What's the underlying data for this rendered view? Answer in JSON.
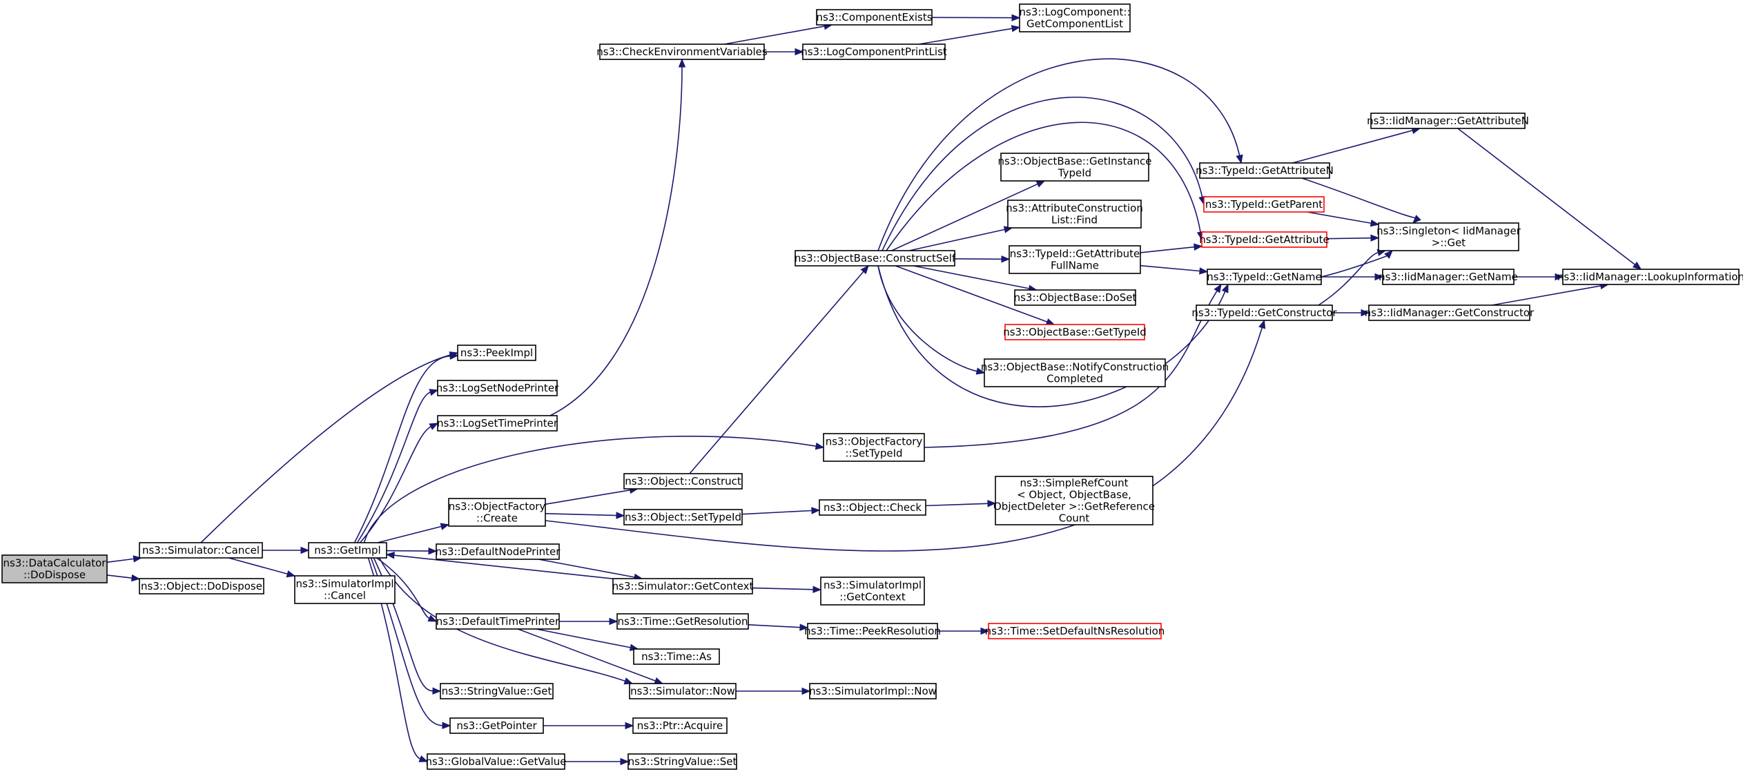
{
  "colors": {
    "edge": "#191970",
    "node_border": "#000000",
    "node_border_red": "#ff0000",
    "root_fill": "#bfbfbf"
  },
  "nodes": {
    "dcDispose": {
      "lines": [
        "ns3::DataCalculator",
        "::DoDispose"
      ],
      "style": "root"
    },
    "simCancel": {
      "lines": [
        "ns3::Simulator::Cancel"
      ]
    },
    "objDispose": {
      "lines": [
        "ns3::Object::DoDispose"
      ]
    },
    "getImpl": {
      "lines": [
        "ns3::GetImpl"
      ]
    },
    "simImplCancel": {
      "lines": [
        "ns3::SimulatorImpl",
        "::Cancel"
      ]
    },
    "peekImpl": {
      "lines": [
        "ns3::PeekImpl"
      ]
    },
    "logNode": {
      "lines": [
        "ns3::LogSetNodePrinter"
      ]
    },
    "logTime": {
      "lines": [
        "ns3::LogSetTimePrinter"
      ]
    },
    "ofCreate": {
      "lines": [
        "ns3::ObjectFactory",
        "::Create"
      ]
    },
    "defNode": {
      "lines": [
        "ns3::DefaultNodePrinter"
      ]
    },
    "defTime": {
      "lines": [
        "ns3::DefaultTimePrinter"
      ]
    },
    "svGet": {
      "lines": [
        "ns3::StringValue::Get"
      ]
    },
    "getPointer": {
      "lines": [
        "ns3::GetPointer"
      ]
    },
    "gvGetValue": {
      "lines": [
        "ns3::GlobalValue::GetValue"
      ]
    },
    "checkEnv": {
      "lines": [
        "ns3::CheckEnvironmentVariables"
      ]
    },
    "compExists": {
      "lines": [
        "ns3::ComponentExists"
      ]
    },
    "logPrintList": {
      "lines": [
        "ns3::LogComponentPrintList"
      ]
    },
    "getCompList": {
      "lines": [
        "ns3::LogComponent::",
        "GetComponentList"
      ]
    },
    "objConstruct": {
      "lines": [
        "ns3::Object::Construct"
      ]
    },
    "objSetTypeId": {
      "lines": [
        "ns3::Object::SetTypeId"
      ]
    },
    "simGetContext": {
      "lines": [
        "ns3::Simulator::GetContext"
      ]
    },
    "timeGetRes": {
      "lines": [
        "ns3::Time::GetResolution"
      ]
    },
    "timeAs": {
      "lines": [
        "ns3::Time::As"
      ]
    },
    "simNow": {
      "lines": [
        "ns3::Simulator::Now"
      ]
    },
    "ptrAcquire": {
      "lines": [
        "ns3::Ptr::Acquire"
      ]
    },
    "svSet": {
      "lines": [
        "ns3::StringValue::Set"
      ]
    },
    "constructSelf": {
      "lines": [
        "ns3::ObjectBase::ConstructSelf"
      ]
    },
    "ofSetTypeId": {
      "lines": [
        "ns3::ObjectFactory",
        "::SetTypeId"
      ]
    },
    "objCheck": {
      "lines": [
        "ns3::Object::Check"
      ]
    },
    "simImplGetContext": {
      "lines": [
        "ns3::SimulatorImpl",
        "::GetContext"
      ]
    },
    "timePeekRes": {
      "lines": [
        "ns3::Time::PeekResolution"
      ]
    },
    "simImplNow": {
      "lines": [
        "ns3::SimulatorImpl::Now"
      ]
    },
    "getInstTypeId": {
      "lines": [
        "ns3::ObjectBase::GetInstance",
        "TypeId"
      ]
    },
    "acListFind": {
      "lines": [
        "ns3::AttributeConstruction",
        "List::Find"
      ]
    },
    "tidGetAttrFull": {
      "lines": [
        "ns3::TypeId::GetAttribute",
        "FullName"
      ]
    },
    "obDoSet": {
      "lines": [
        "ns3::ObjectBase::DoSet"
      ]
    },
    "obGetTypeId": {
      "lines": [
        "ns3::ObjectBase::GetTypeId"
      ],
      "style": "red"
    },
    "obNotify": {
      "lines": [
        "ns3::ObjectBase::NotifyConstruction",
        "Completed"
      ]
    },
    "refCount": {
      "lines": [
        "ns3::SimpleRefCount",
        "< Object, ObjectBase,",
        "ObjectDeleter >::GetReference",
        "Count"
      ]
    },
    "setDefaultNs": {
      "lines": [
        "ns3::Time::SetDefaultNsResolution"
      ],
      "style": "red"
    },
    "tidGetAttrN": {
      "lines": [
        "ns3::TypeId::GetAttributeN"
      ]
    },
    "tidGetParent": {
      "lines": [
        "ns3::TypeId::GetParent"
      ],
      "style": "red"
    },
    "tidGetAttr": {
      "lines": [
        "ns3::TypeId::GetAttribute"
      ],
      "style": "red"
    },
    "tidGetName": {
      "lines": [
        "ns3::TypeId::GetName"
      ]
    },
    "tidGetCtor": {
      "lines": [
        "ns3::TypeId::GetConstructor"
      ]
    },
    "iidGetAttrN": {
      "lines": [
        "ns3::IidManager::GetAttributeN"
      ]
    },
    "singletonGet": {
      "lines": [
        "ns3::Singleton< IidManager",
        ">::Get"
      ]
    },
    "iidGetName": {
      "lines": [
        "ns3::IidManager::GetName"
      ]
    },
    "iidGetCtor": {
      "lines": [
        "ns3::IidManager::GetConstructor"
      ]
    },
    "iidLookup": {
      "lines": [
        "ns3::IidManager::LookupInformation"
      ]
    }
  },
  "edges": [
    [
      "dcDispose",
      "simCancel"
    ],
    [
      "dcDispose",
      "objDispose"
    ],
    [
      "simCancel",
      "getImpl"
    ],
    [
      "simCancel",
      "simImplCancel"
    ],
    [
      "simCancel",
      "peekImpl"
    ],
    [
      "getImpl",
      "peekImpl"
    ],
    [
      "getImpl",
      "logNode"
    ],
    [
      "getImpl",
      "logTime"
    ],
    [
      "getImpl",
      "ofCreate"
    ],
    [
      "getImpl",
      "defNode"
    ],
    [
      "getImpl",
      "defTime"
    ],
    [
      "getImpl",
      "svGet"
    ],
    [
      "getImpl",
      "getPointer"
    ],
    [
      "getImpl",
      "gvGetValue"
    ],
    [
      "getImpl",
      "ofSetTypeId"
    ],
    [
      "getImpl",
      "simNow"
    ],
    [
      "simGetContext",
      "getImpl"
    ],
    [
      "simGetContext",
      "simImplGetContext"
    ],
    [
      "defNode",
      "simGetContext"
    ],
    [
      "logTime",
      "checkEnv"
    ],
    [
      "checkEnv",
      "compExists"
    ],
    [
      "checkEnv",
      "logPrintList"
    ],
    [
      "compExists",
      "getCompList"
    ],
    [
      "logPrintList",
      "getCompList"
    ],
    [
      "ofCreate",
      "objConstruct"
    ],
    [
      "ofCreate",
      "objSetTypeId"
    ],
    [
      "ofCreate",
      "tidGetCtor"
    ],
    [
      "objConstruct",
      "constructSelf"
    ],
    [
      "objSetTypeId",
      "objCheck"
    ],
    [
      "objCheck",
      "refCount"
    ],
    [
      "defTime",
      "timeGetRes"
    ],
    [
      "defTime",
      "timeAs"
    ],
    [
      "defTime",
      "simNow"
    ],
    [
      "timeGetRes",
      "timePeekRes"
    ],
    [
      "timePeekRes",
      "setDefaultNs"
    ],
    [
      "simNow",
      "simImplNow"
    ],
    [
      "getPointer",
      "ptrAcquire"
    ],
    [
      "gvGetValue",
      "svSet"
    ],
    [
      "constructSelf",
      "getInstTypeId"
    ],
    [
      "constructSelf",
      "acListFind"
    ],
    [
      "constructSelf",
      "tidGetAttrFull"
    ],
    [
      "constructSelf",
      "obDoSet"
    ],
    [
      "constructSelf",
      "obGetTypeId"
    ],
    [
      "constructSelf",
      "obNotify"
    ],
    [
      "constructSelf",
      "tidGetAttrN"
    ],
    [
      "constructSelf",
      "tidGetParent"
    ],
    [
      "constructSelf",
      "tidGetAttr"
    ],
    [
      "constructSelf",
      "tidGetName"
    ],
    [
      "tidGetAttrFull",
      "tidGetAttr"
    ],
    [
      "tidGetAttrFull",
      "tidGetName"
    ],
    [
      "ofSetTypeId",
      "tidGetName"
    ],
    [
      "tidGetAttrN",
      "iidGetAttrN"
    ],
    [
      "tidGetAttrN",
      "singletonGet"
    ],
    [
      "tidGetParent",
      "singletonGet"
    ],
    [
      "tidGetAttr",
      "singletonGet"
    ],
    [
      "tidGetName",
      "singletonGet"
    ],
    [
      "tidGetName",
      "iidGetName"
    ],
    [
      "tidGetCtor",
      "singletonGet"
    ],
    [
      "tidGetCtor",
      "iidGetCtor"
    ],
    [
      "iidGetAttrN",
      "iidLookup"
    ],
    [
      "iidGetName",
      "iidLookup"
    ],
    [
      "iidGetCtor",
      "iidLookup"
    ]
  ]
}
